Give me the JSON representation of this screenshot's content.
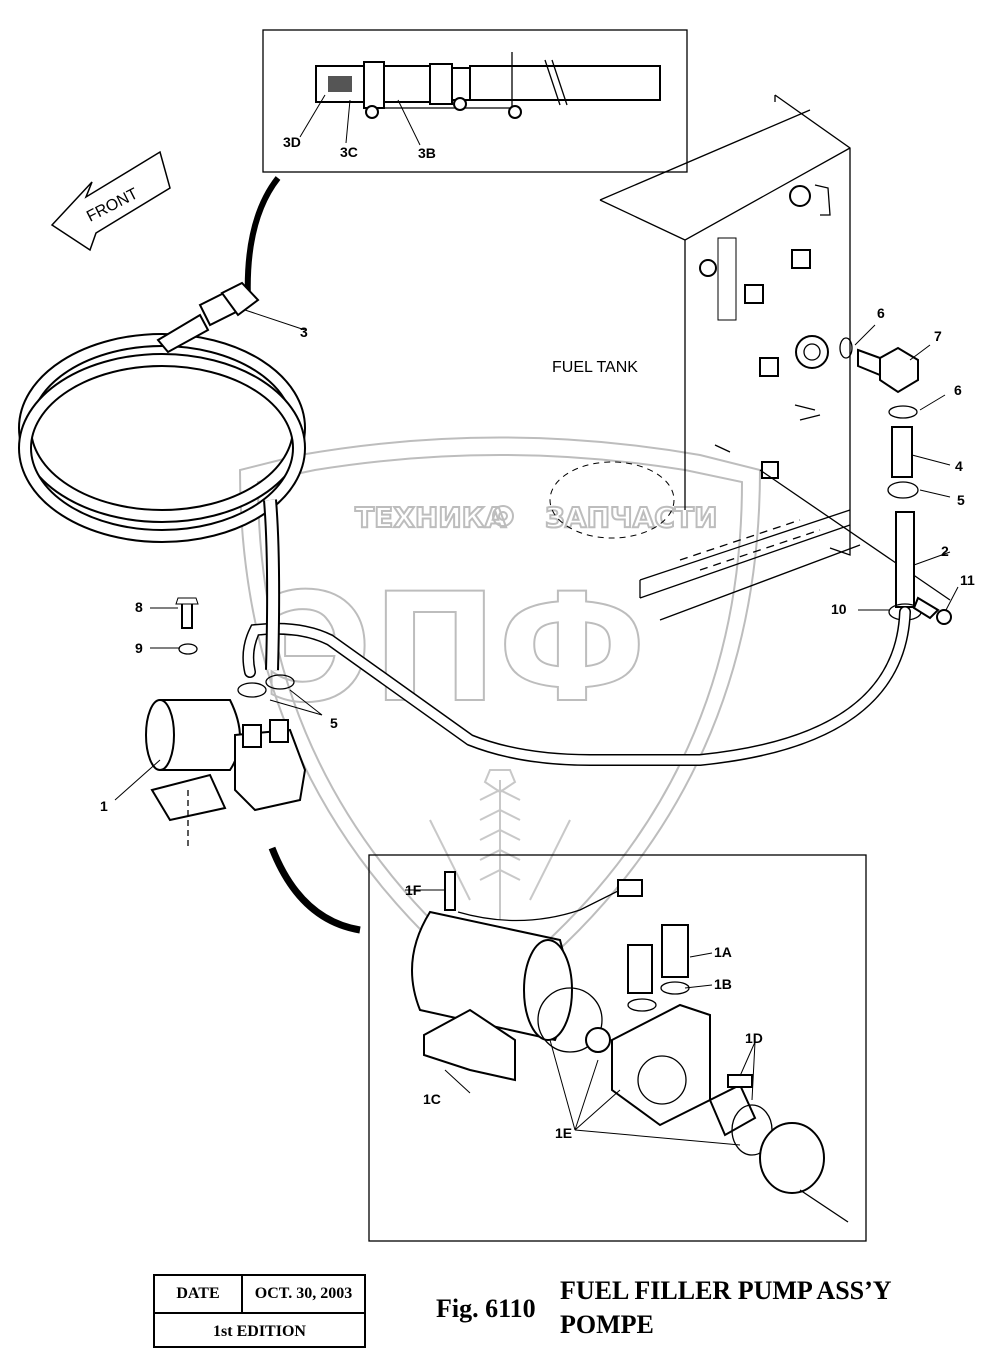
{
  "labels": {
    "front": "FRONT",
    "fuel_tank": "FUEL TANK",
    "p1": "1",
    "p2": "2",
    "p3": "3",
    "p4": "4",
    "p5a": "5",
    "p5b": "5",
    "p6a": "6",
    "p6b": "6",
    "p7": "7",
    "p8": "8",
    "p9": "9",
    "p10": "10",
    "p11": "11",
    "p3b": "3B",
    "p3c": "3C",
    "p3d": "3D",
    "p1a": "1A",
    "p1b": "1B",
    "p1c": "1C",
    "p1d": "1D",
    "p1e": "1E",
    "p1f": "1F"
  },
  "watermark": {
    "left_word": "ТЕХНИКА",
    "right_word": "ЗАПЧАСТИ",
    "monogram": "ЭПФ"
  },
  "title_block": {
    "date_label": "DATE",
    "date_value": "OCT. 30, 2003",
    "edition": "1st EDITION"
  },
  "figure": {
    "number": "Fig. 6110",
    "title_line1": "FUEL FILLER PUMP ASS’Y",
    "title_line2": "POMPE"
  }
}
